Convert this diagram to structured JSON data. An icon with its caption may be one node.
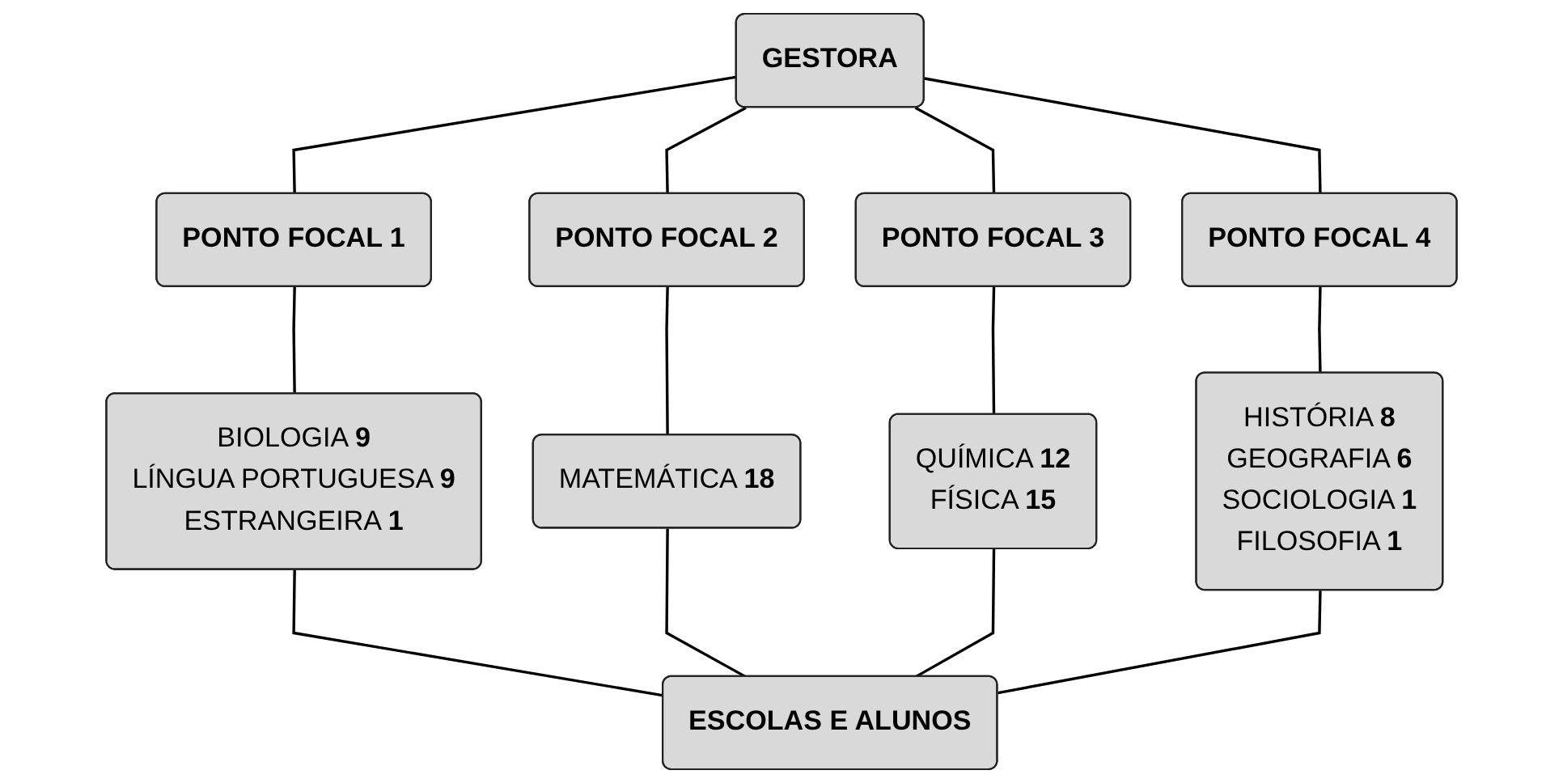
{
  "diagram": {
    "nodes": [
      {
        "text": [
          "GESTORA"
        ]
      },
      {
        "text": [
          "PONTO FOCAL 1"
        ]
      },
      {
        "text": [
          "PONTO FOCAL 2"
        ]
      },
      {
        "text": [
          "PONTO FOCAL 3"
        ]
      },
      {
        "text": [
          "PONTO FOCAL 4"
        ]
      },
      {
        "text": [
          "BIOLOGIA **9**",
          "LÍNGUA PORTUGUESA **9**",
          "ESTRANGEIRA **1**"
        ]
      },
      {
        "text": [
          "MATEMÁTICA **18**"
        ]
      },
      {
        "text": [
          "QUÍMICA **12**",
          "FÍSICA **15**"
        ]
      },
      {
        "text": [
          "HISTÓRIA **8**",
          "GEOGRAFIA **6**",
          "SOCIOLOGIA **1**",
          "FILOSOFIA **1**"
        ]
      },
      {
        "text": [
          "ESCOLAS E ALUNOS"
        ]
      }
    ],
    "edges": [
      {
        "from": 0,
        "to": 1,
        "arrow": "none"
      },
      {
        "from": 0,
        "to": 2,
        "arrow": "none"
      },
      {
        "from": 0,
        "to": 3,
        "arrow": "none"
      },
      {
        "from": 0,
        "to": 4,
        "arrow": "none"
      },
      {
        "from": 1,
        "to": 5,
        "arrow": "none"
      },
      {
        "from": 2,
        "to": 6,
        "arrow": "none"
      },
      {
        "from": 3,
        "to": 7,
        "arrow": "none"
      },
      {
        "from": 4,
        "to": 8,
        "arrow": "none"
      },
      {
        "from": 5,
        "to": 9,
        "arrow": "none"
      },
      {
        "from": 6,
        "to": 9,
        "arrow": "none"
      },
      {
        "from": 7,
        "to": 9,
        "arrow": "none"
      },
      {
        "from": 8,
        "to": 9,
        "arrow": "none"
      }
    ]
  }
}
